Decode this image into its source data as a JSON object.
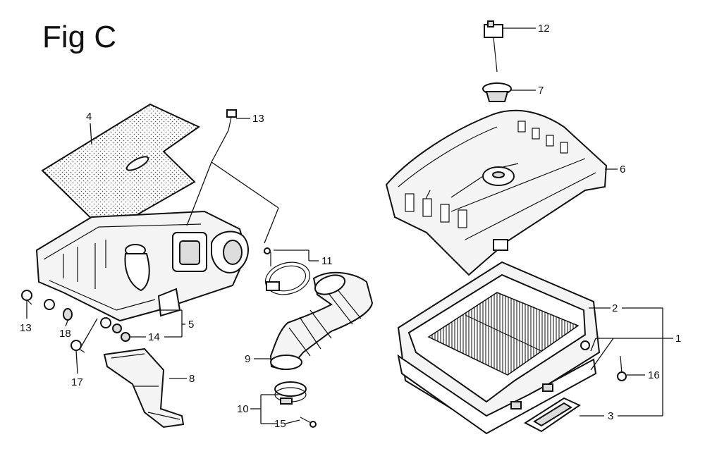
{
  "figure": {
    "title": "Fig C"
  },
  "callouts": [
    "1",
    "2",
    "3",
    "4",
    "5",
    "6",
    "7",
    "8",
    "9",
    "10",
    "11",
    "12",
    "13",
    "13",
    "14",
    "15",
    "16",
    "17",
    "18"
  ]
}
